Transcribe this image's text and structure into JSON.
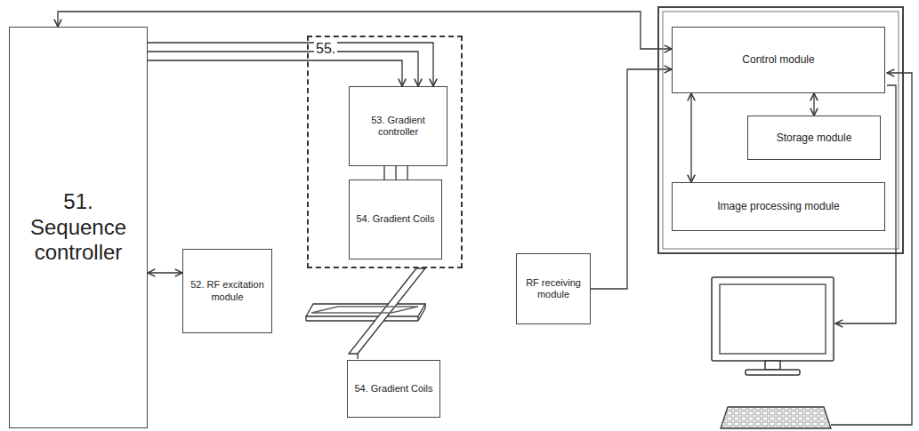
{
  "diagram": {
    "nodes": [
      {
        "text": [
          "51. Sequence controller"
        ]
      },
      {
        "text": [
          "55."
        ]
      },
      {
        "text": [
          "53. Gradient controller"
        ],
        "in": 1
      },
      {
        "text": [
          "54. Gradient Coils"
        ],
        "in": 1
      },
      {
        "text": [
          "52. RF excitation module"
        ]
      },
      {
        "text": [
          "54. Gradient Coils"
        ]
      },
      {
        "text": [
          "RF receiving module"
        ]
      },
      {
        "text": [
          "Control module"
        ]
      },
      {
        "text": [
          "Storage module"
        ]
      },
      {
        "text": [
          "Image processing module"
        ]
      }
    ],
    "edges": [
      {
        "from": 0,
        "to": 7,
        "arrow": "both"
      },
      {
        "from": 0,
        "to": 2,
        "arrow": "to"
      },
      {
        "from": 0,
        "to": 2,
        "arrow": "to"
      },
      {
        "from": 0,
        "to": 2,
        "arrow": "to"
      },
      {
        "from": 2,
        "to": 3,
        "arrow": "none"
      },
      {
        "from": 2,
        "to": 3,
        "arrow": "none"
      },
      {
        "from": 2,
        "to": 3,
        "arrow": "none"
      },
      {
        "from": 0,
        "to": 4,
        "arrow": "both"
      },
      {
        "from": 6,
        "to": 7,
        "arrow": "to"
      },
      {
        "from": 7,
        "to": 8,
        "arrow": "both"
      },
      {
        "from": 7,
        "to": 9,
        "arrow": "both"
      }
    ]
  }
}
